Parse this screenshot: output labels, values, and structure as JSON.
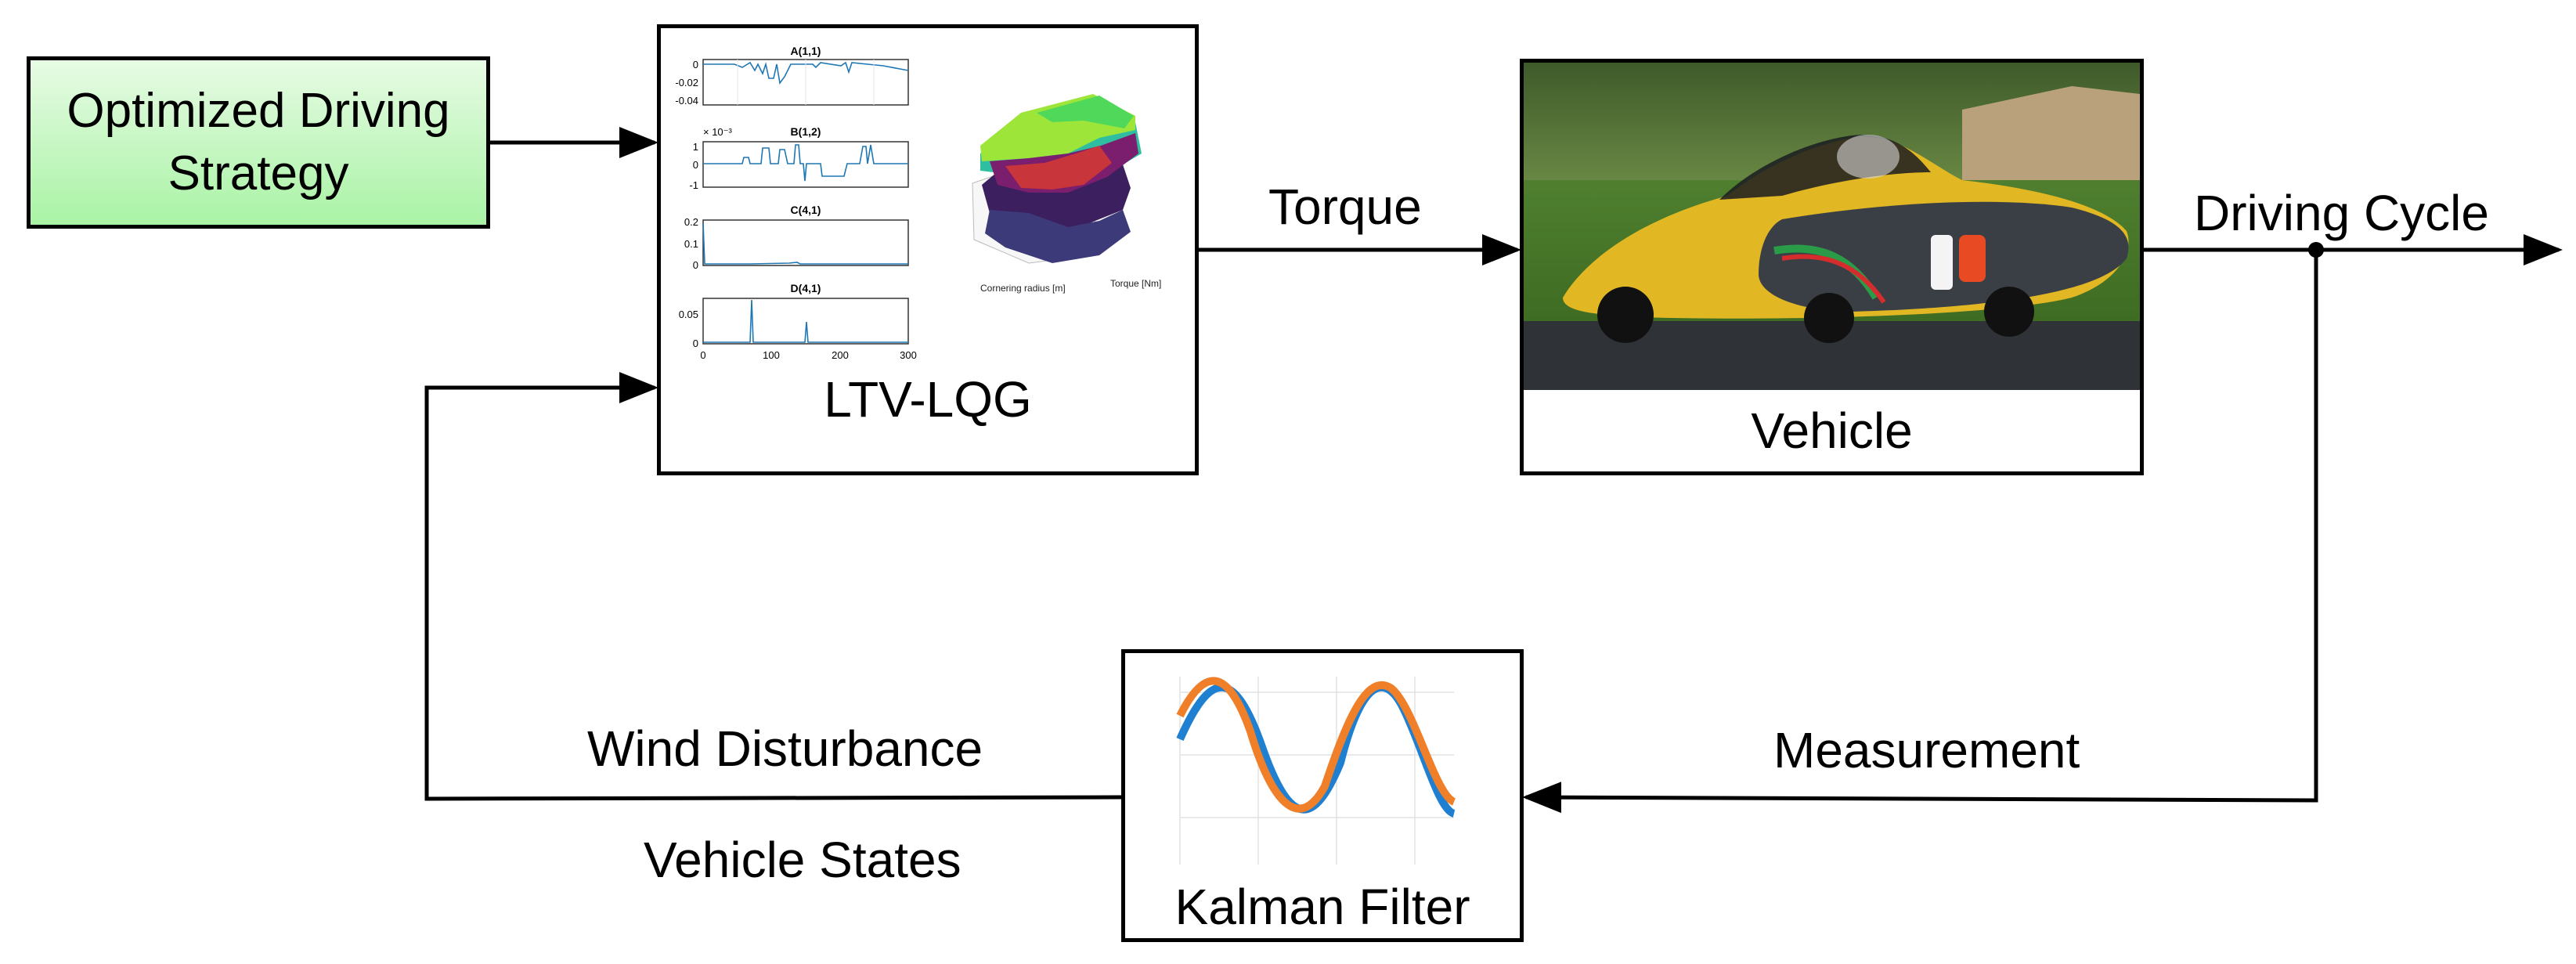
{
  "blocks": {
    "strategy": "Optimized Driving Strategy",
    "controller": "LTV-LQG",
    "vehicle": "Vehicle",
    "filter": "Kalman Filter"
  },
  "edges": {
    "torque": "Torque",
    "output": "Driving Cycle",
    "measurement": "Measurement",
    "wind": "Wind Disturbance",
    "states": "Vehicle States"
  },
  "controller_plots": {
    "titles": [
      "A(1,1)",
      "B(1,2)",
      "C(4,1)",
      "D(4,1)"
    ],
    "exponent": "× 10⁻³",
    "a_yticks": [
      "0",
      "-0.02",
      "-0.04"
    ],
    "b_yticks": [
      "1",
      "0",
      "-1"
    ],
    "c_yticks": [
      "0.2",
      "0.1",
      "0"
    ],
    "d_yticks": [
      "0.05",
      "0"
    ],
    "xticks": [
      "0",
      "100",
      "200",
      "300"
    ],
    "surface_xlabel": "Cornering radius [m]",
    "surface_ylabel": "Torque [Nm]"
  },
  "colors": {
    "strategy_fill_top": "#e7fbe4",
    "strategy_fill_bottom": "#a9f3a5",
    "plot_line": "#1f77b4",
    "kalman_blue": "#1f7fd0",
    "kalman_orange": "#f07f2a"
  }
}
